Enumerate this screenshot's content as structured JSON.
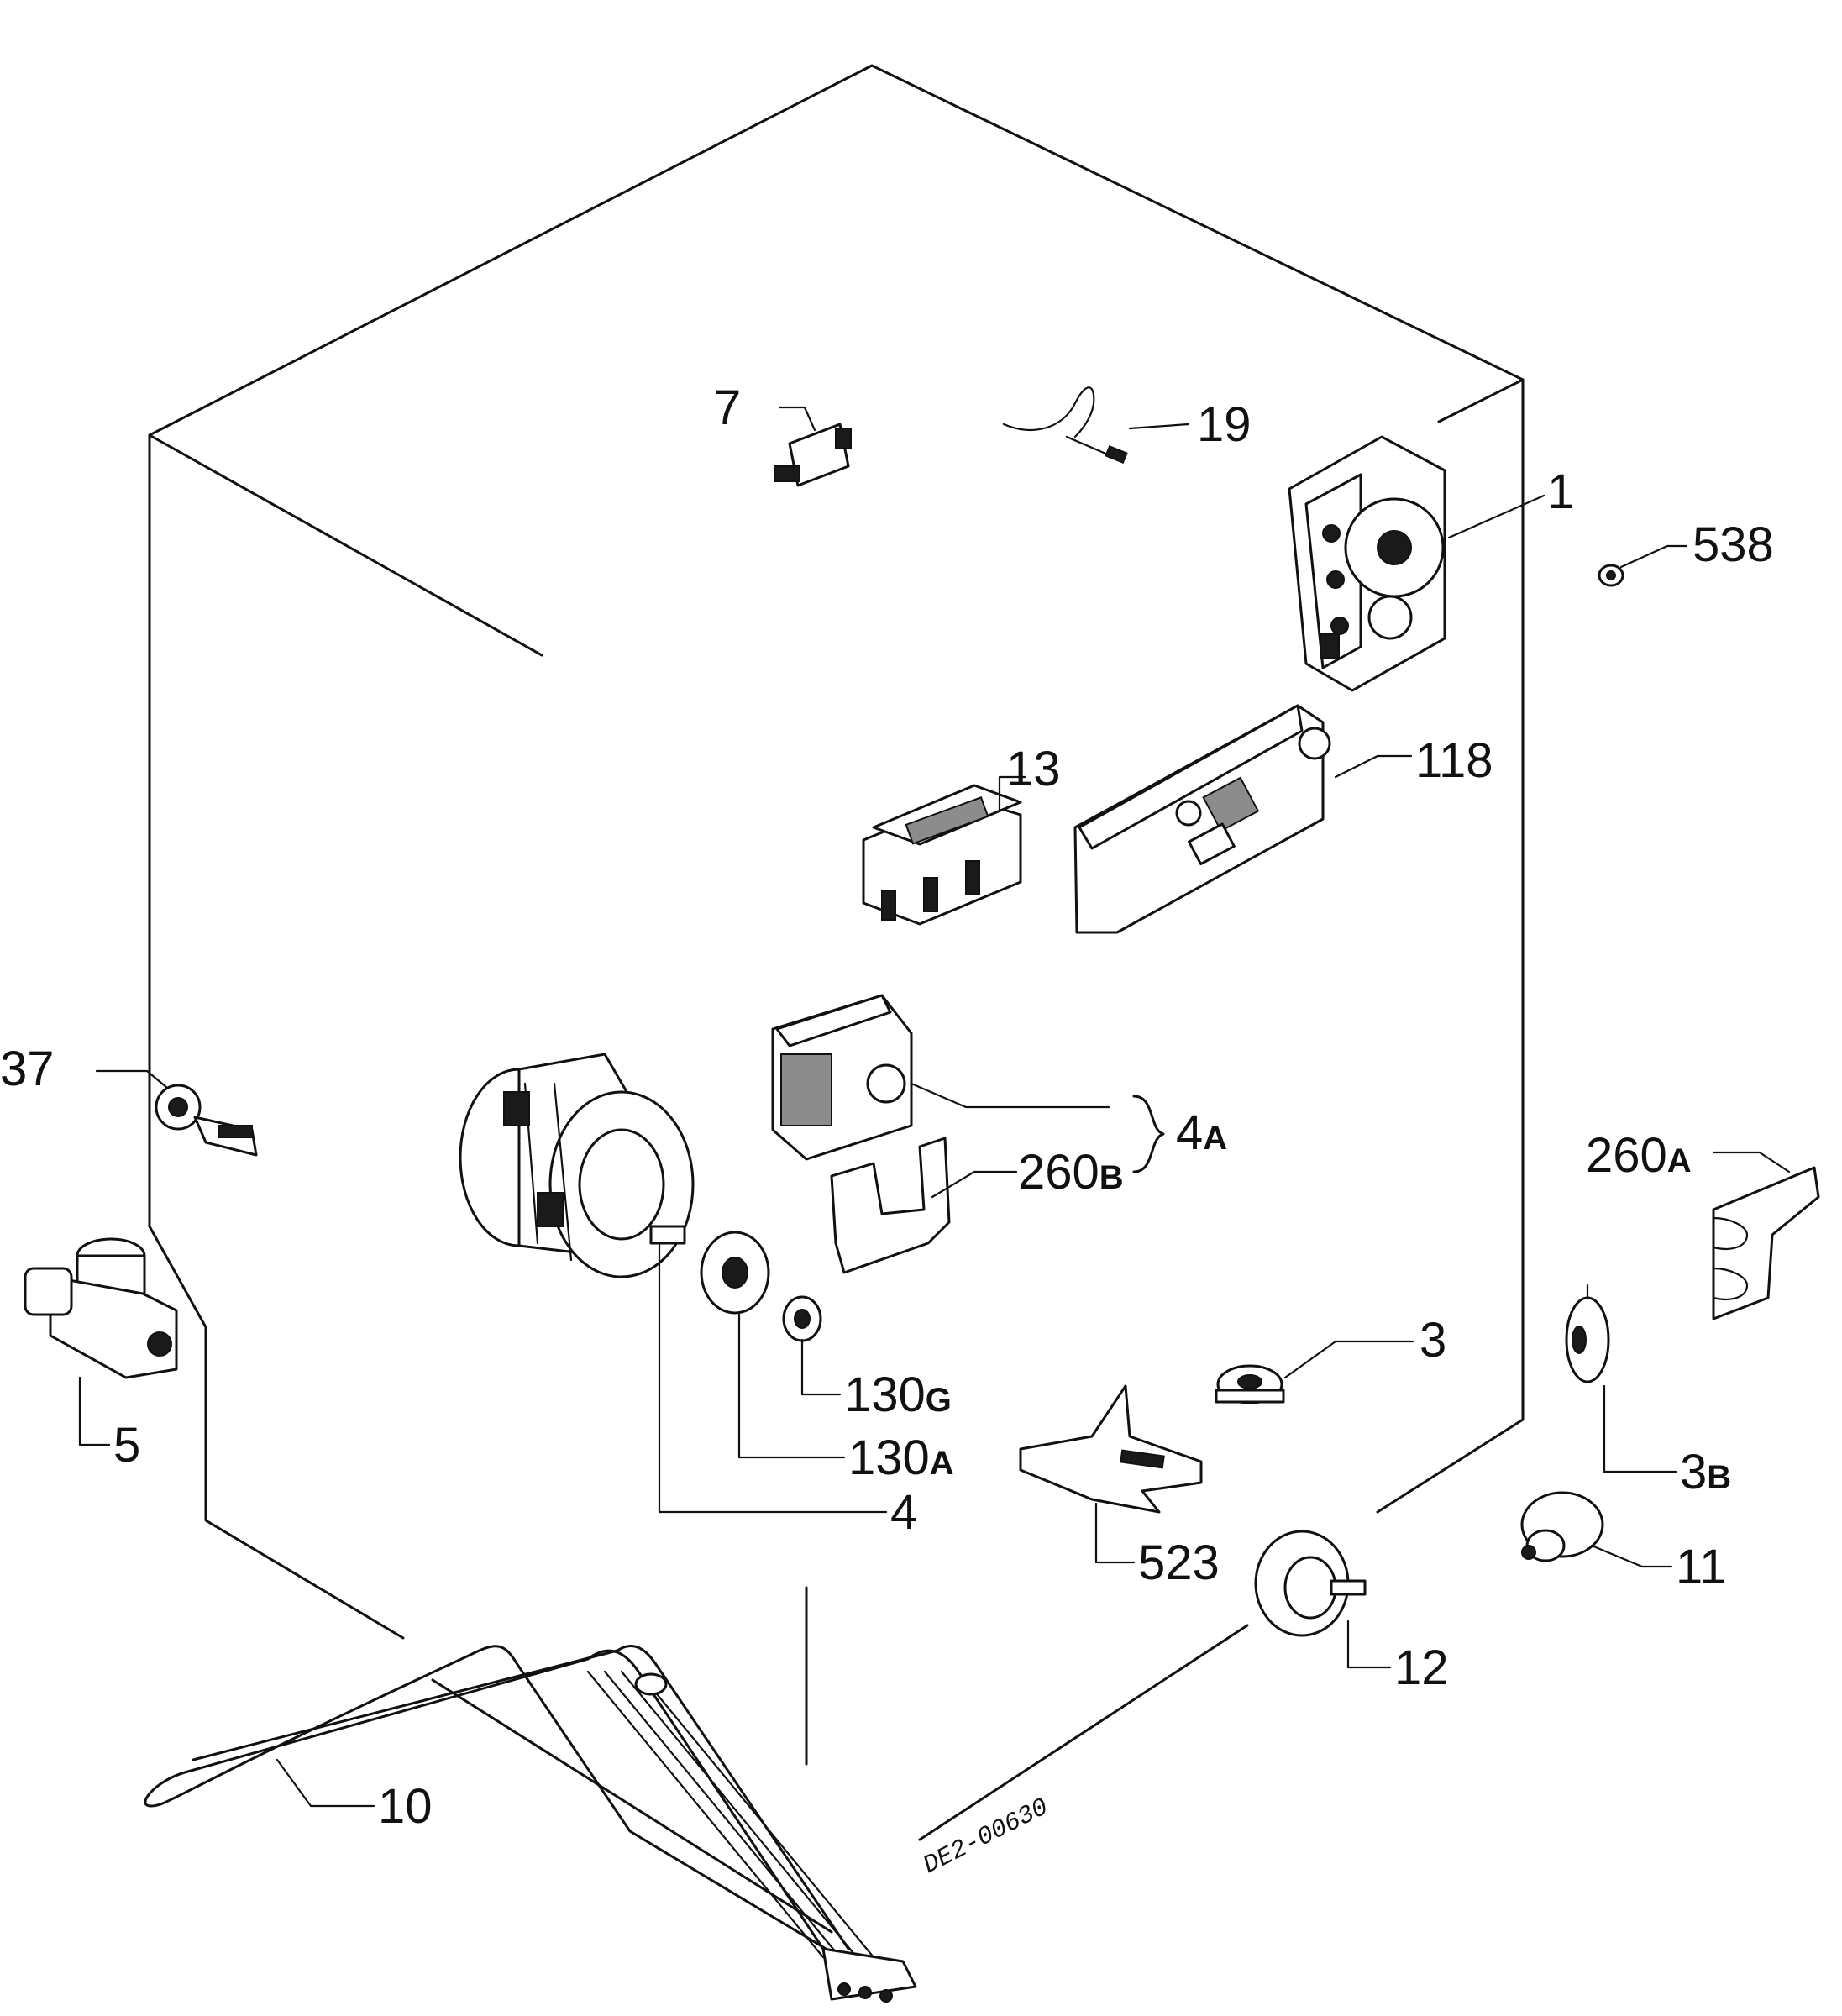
{
  "labels": {
    "p1": "1",
    "p3": "3",
    "p3b_num": "3",
    "p3b_suf": "B",
    "p4": "4",
    "p4a_num": "4",
    "p4a_suf": "A",
    "p5": "5",
    "p7": "7",
    "p10": "10",
    "p11": "11",
    "p12": "12",
    "p13": "13",
    "p19": "19",
    "p37": "37",
    "p118": "118",
    "p130a_num": "130",
    "p130a_suf": "A",
    "p130g_num": "130",
    "p130g_suf": "G",
    "p260a_num": "260",
    "p260a_suf": "A",
    "p260b_num": "260",
    "p260b_suf": "B",
    "p523": "523",
    "p538": "538"
  },
  "drawing_code": "DE2-00630",
  "colors": {
    "ink": "#111111",
    "paper": "#ffffff"
  }
}
